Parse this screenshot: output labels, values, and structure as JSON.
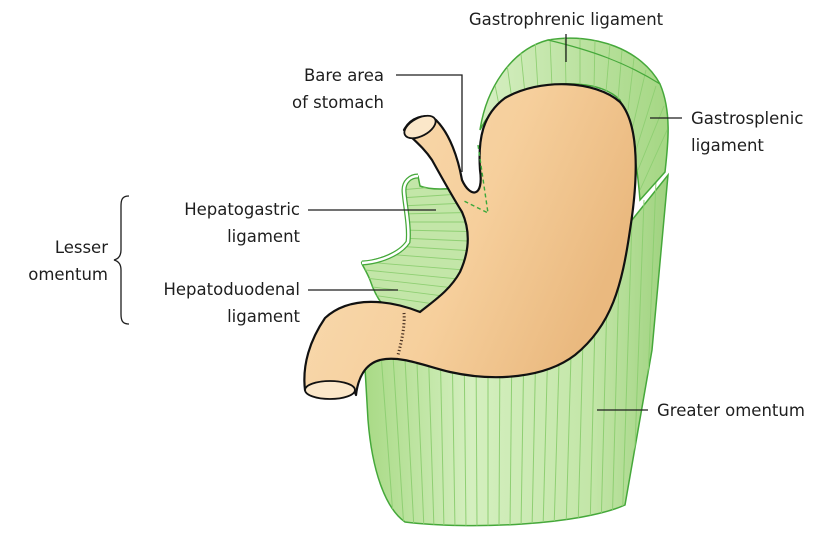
{
  "labels": {
    "gastrophrenic": "Gastrophrenic ligament",
    "bare_area_1": "Bare area",
    "bare_area_2": "of stomach",
    "gastrosplenic_1": "Gastrosplenic",
    "gastrosplenic_2": "ligament",
    "hepatogastric_1": "Hepatogastric",
    "hepatogastric_2": "ligament",
    "lesser_omentum_1": "Lesser",
    "lesser_omentum_2": "omentum",
    "hepatoduodenal_1": "Hepatoduodenal",
    "hepatoduodenal_2": "ligament",
    "greater_omentum": "Greater omentum"
  },
  "colors": {
    "omentum_fill": "#c3e6a8",
    "omentum_stripe": "#8fcf73",
    "omentum_edge": "#45a83a",
    "stomach_fill": "#f6cf9c",
    "stomach_outline": "#111111",
    "lumen": "#fbe7c9",
    "text": "#1e1e1e"
  }
}
